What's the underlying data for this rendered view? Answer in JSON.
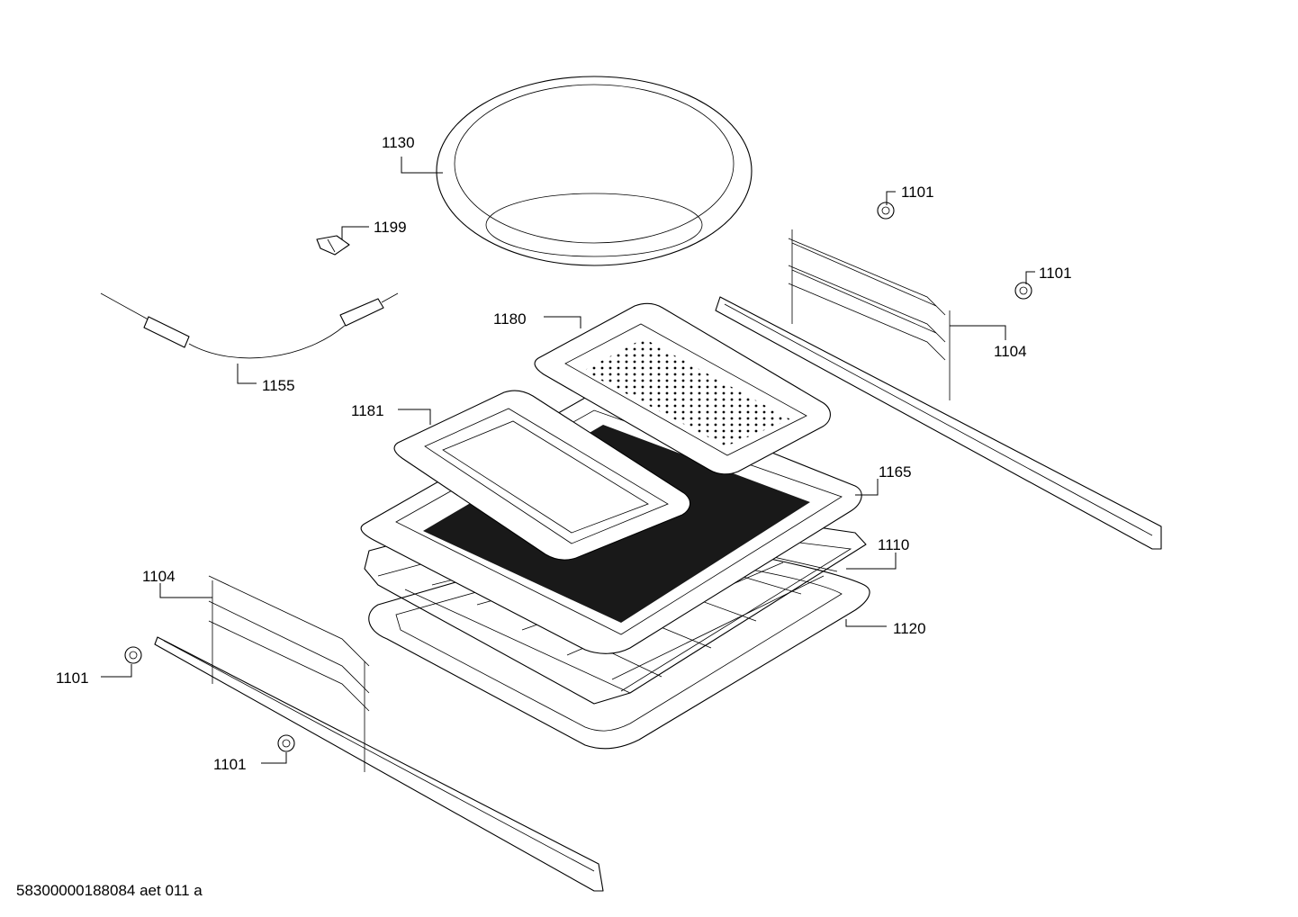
{
  "callouts": {
    "c_1130": "1130",
    "c_1199": "1199",
    "c_1155": "1155",
    "c_1180": "1180",
    "c_1181": "1181",
    "c_1165": "1165",
    "c_1110": "1110",
    "c_1120": "1120",
    "c_1104_right": "1104",
    "c_1104_left": "1104",
    "c_1101_top_right": "1101",
    "c_1101_mid_right": "1101",
    "c_1101_left": "1101",
    "c_1101_bottom": "1101"
  },
  "document_id": "58300000188084 aet 011 a",
  "colors": {
    "line": "#000000",
    "background": "#ffffff"
  }
}
